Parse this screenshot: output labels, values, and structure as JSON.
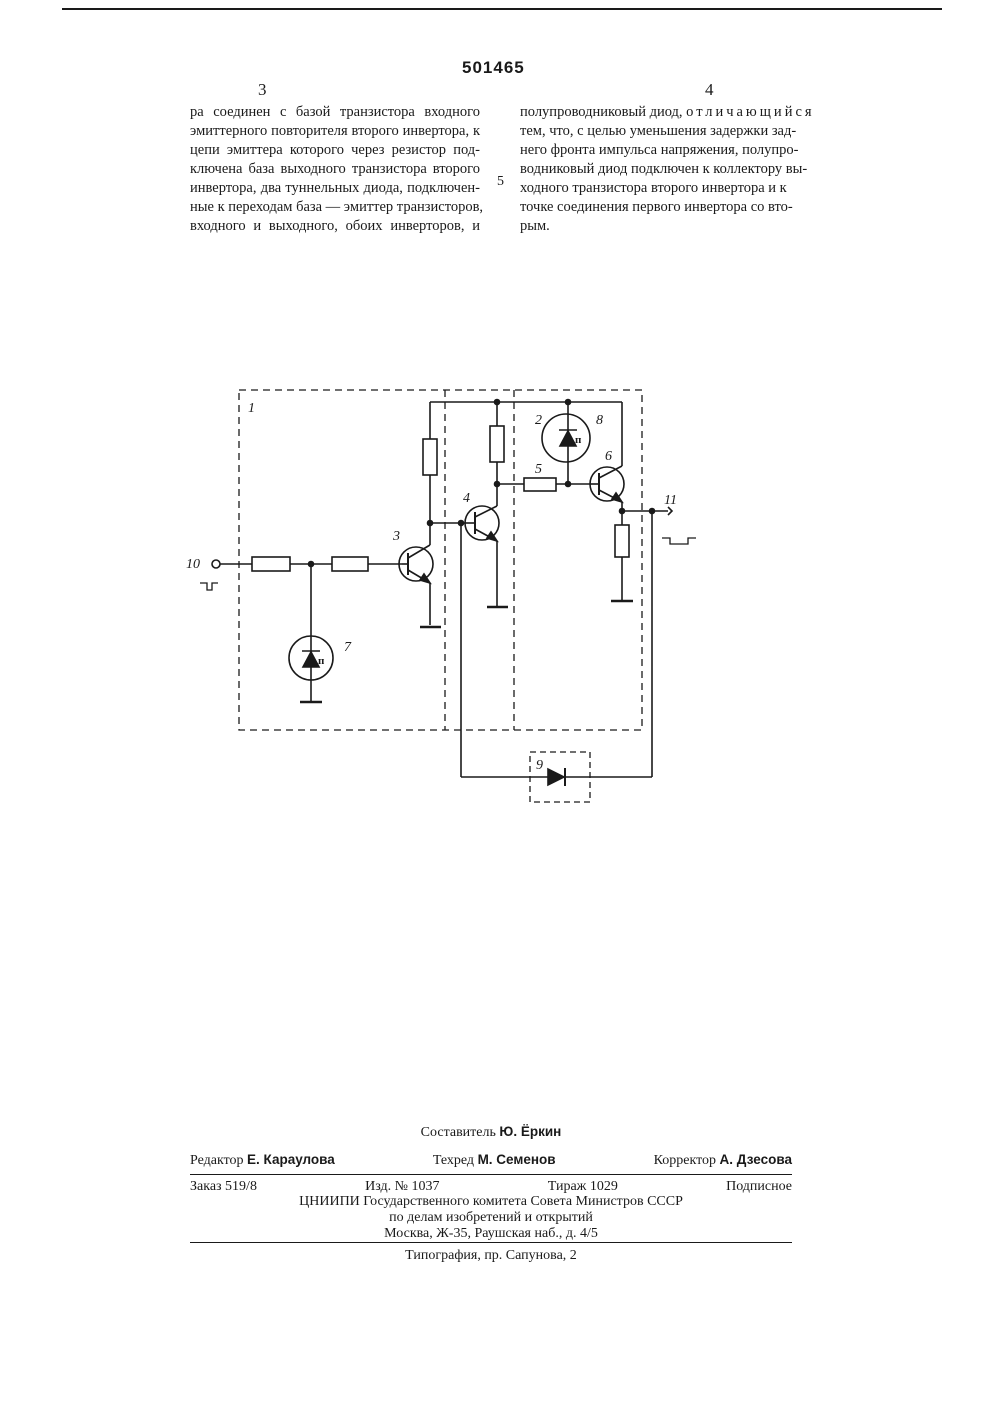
{
  "patent_number": "501465",
  "columns": {
    "left_number": "3",
    "right_number": "4",
    "line_marker": "5",
    "left_lines": [
      "ра соединен с базой транзистора входного",
      "эмиттерного повторителя второго инвертора, к",
      "цепи эмиттера которого через резистор под-",
      "ключена база выходного транзистора второго",
      "инвертора, два туннельных диода, подключен-",
      "ные к переходам база — эмиттер транзисторов,",
      "входного и выходного, обоих инверторов, и"
    ],
    "right_lines": [
      {
        "pre": "полупроводниковый диод, ",
        "spaced": "отличающийся",
        "post": ""
      },
      {
        "pre": "тем, что, с целью уменьшения задержки зад-",
        "spaced": "",
        "post": ""
      },
      {
        "pre": "него фронта импульса напряжения, полупро-",
        "spaced": "",
        "post": ""
      },
      {
        "pre": "водниковый диод подключен к коллектору вы-",
        "spaced": "",
        "post": ""
      },
      {
        "pre": "ходного транзистора второго инвертора и к",
        "spaced": "",
        "post": ""
      },
      {
        "pre": "точке соединения первого инвертора со вто-",
        "spaced": "",
        "post": ""
      },
      {
        "pre": "рым.",
        "spaced": "",
        "post": ""
      }
    ]
  },
  "circuit_labels": {
    "block1": "1",
    "diode2": "2",
    "transistor3": "3",
    "transistor4": "4",
    "resistor5": "5",
    "transistor6": "6",
    "diode7": "7",
    "diode8": "8",
    "diode9": "9",
    "input10": "10",
    "output11": "11",
    "tunnel_mark": "п"
  },
  "footer": {
    "composer_label": "Составитель",
    "composer_name": "Ю. Ёркин",
    "editor_label": "Редактор",
    "editor_name": "Е. Караулова",
    "techred_label": "Техред",
    "techred_name": "М. Семенов",
    "corrector_label": "Корректор",
    "corrector_name": "А. Дзесова",
    "order": "Заказ 519/8",
    "edition": "Изд. № 1037",
    "circulation": "Тираж 1029",
    "subscription": "Подписное",
    "org_line1": "ЦНИИПИ Государственного комитета Совета Министров СССР",
    "org_line2": "по делам изобретений и открытий",
    "org_line3": "Москва, Ж-35, Раушская наб., д. 4/5",
    "printing": "Типография, пр. Сапунова, 2"
  }
}
